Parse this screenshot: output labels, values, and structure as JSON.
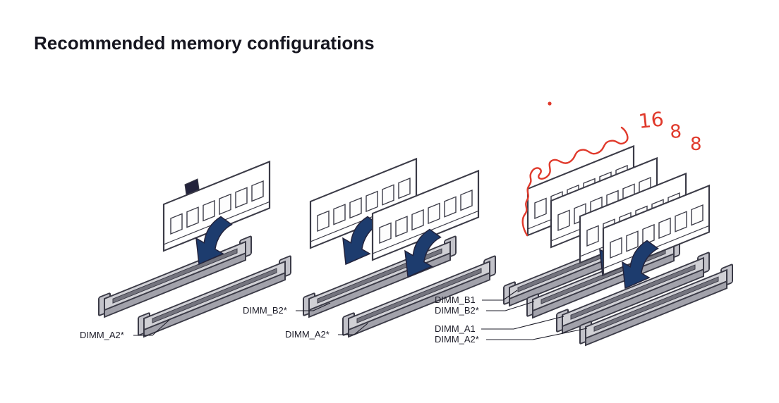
{
  "title": "Recommended memory configurations",
  "diagrams": [
    {
      "name": "one-dimm",
      "labels": [
        {
          "text": "DIMM_A2*"
        }
      ]
    },
    {
      "name": "two-dimm",
      "labels": [
        {
          "text": "DIMM_B2*"
        },
        {
          "text": "DIMM_A2*"
        }
      ]
    },
    {
      "name": "four-dimm",
      "labels": [
        {
          "text": "DIMM_B1"
        },
        {
          "text": "DIMM_B2*"
        },
        {
          "text": "DIMM_A1"
        },
        {
          "text": "DIMM_A2*"
        }
      ]
    }
  ],
  "annotations": {
    "pen_color": "#e0392b",
    "numbers": [
      "16",
      "8",
      "8"
    ]
  },
  "colors": {
    "title_text": "#15151f",
    "outline": "#3b3b47",
    "arrow": "#1d3c6e",
    "slot_top": "#d0d0d5",
    "slot_side": "#a2a2ab",
    "dimm_body": "#ffffff"
  }
}
